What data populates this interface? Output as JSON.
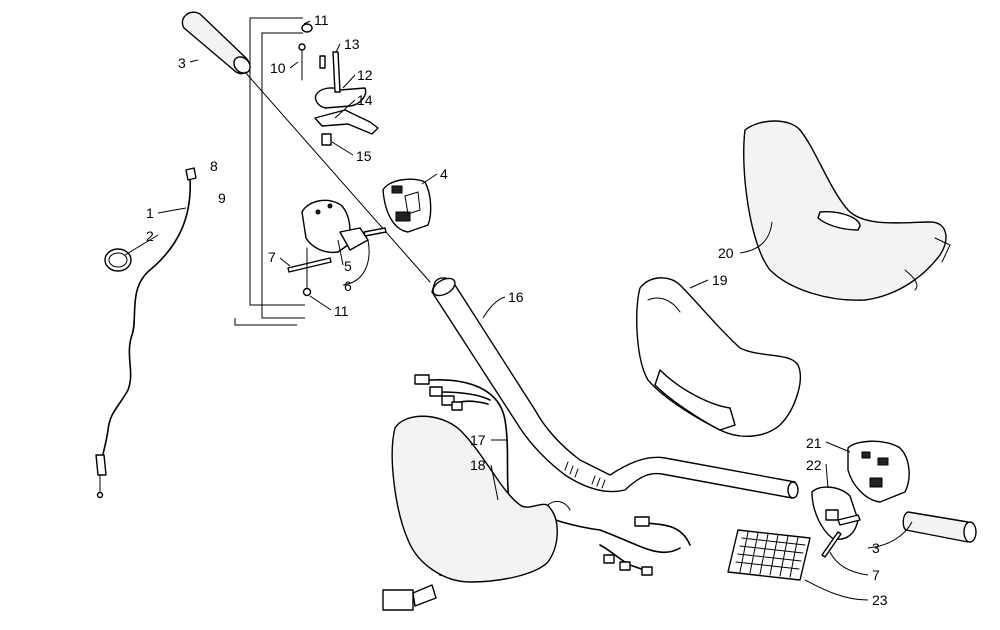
{
  "diagram": {
    "callouts": [
      "1",
      "2",
      "3",
      "4",
      "5",
      "6",
      "7",
      "8",
      "9",
      "10",
      "11",
      "12",
      "13",
      "14",
      "15",
      "16",
      "17",
      "18",
      "19",
      "20",
      "21",
      "22",
      "23"
    ],
    "callout_3_right": "3",
    "callout_7_right": "7",
    "callout_11_bottom": "11"
  }
}
